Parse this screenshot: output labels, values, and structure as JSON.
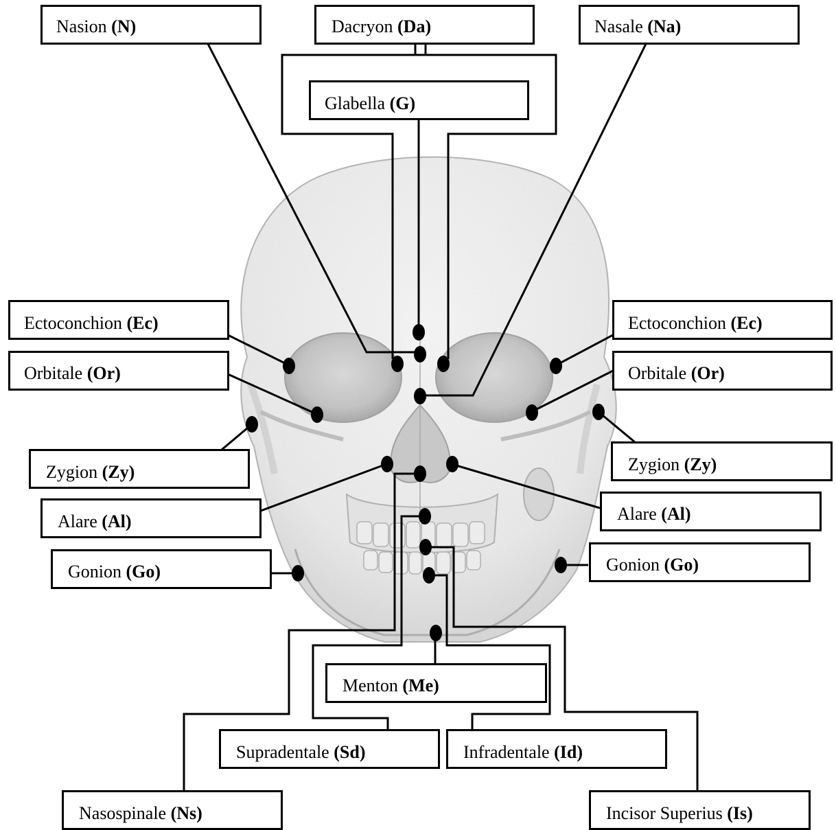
{
  "colors": {
    "lines": "#000000",
    "skull_shading": "#b8b8b8",
    "background": "#ffffff"
  },
  "image": {
    "name": "skull-front-view-illustration"
  },
  "landmarks": [
    {
      "id": "nasion",
      "name": "Nasion",
      "abbr": "(N)"
    },
    {
      "id": "dacryon",
      "name": "Dacryon",
      "abbr": "(Da)"
    },
    {
      "id": "nasale",
      "name": "Nasale",
      "abbr": "(Na)"
    },
    {
      "id": "glabella",
      "name": "Glabella",
      "abbr": "(G)"
    },
    {
      "id": "ectoconchion-left",
      "name": "Ectoconchion",
      "abbr": "(Ec)"
    },
    {
      "id": "ectoconchion-right",
      "name": "Ectoconchion",
      "abbr": "(Ec)"
    },
    {
      "id": "orbitale-left",
      "name": "Orbitale",
      "abbr": "(Or)"
    },
    {
      "id": "orbitale-right",
      "name": "Orbitale",
      "abbr": "(Or)"
    },
    {
      "id": "zygion-left",
      "name": "Zygion",
      "abbr": "(Zy)"
    },
    {
      "id": "zygion-right",
      "name": "Zygion",
      "abbr": "(Zy)"
    },
    {
      "id": "alare-left",
      "name": "Alare",
      "abbr": "(Al)"
    },
    {
      "id": "alare-right",
      "name": "Alare",
      "abbr": "(Al)"
    },
    {
      "id": "gonion-left",
      "name": "Gonion",
      "abbr": "(Go)"
    },
    {
      "id": "gonion-right",
      "name": "Gonion",
      "abbr": "(Go)"
    },
    {
      "id": "menton",
      "name": "Menton",
      "abbr": "(Me)"
    },
    {
      "id": "supradentale",
      "name": "Supradentale",
      "abbr": "(Sd)"
    },
    {
      "id": "infradentale",
      "name": "Infradentale",
      "abbr": "(Id)"
    },
    {
      "id": "nasospinale",
      "name": "Nasospinale",
      "abbr": "(Ns)"
    },
    {
      "id": "incisor-superius",
      "name": "Incisor Superius",
      "abbr": "(Is)"
    }
  ]
}
